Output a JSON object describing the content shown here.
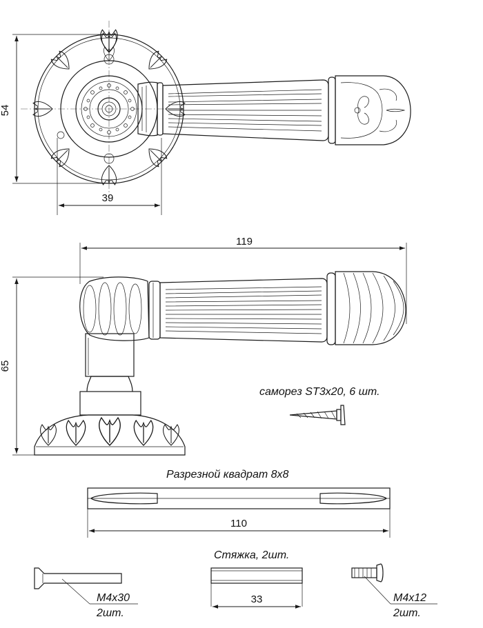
{
  "dimensions": {
    "rosette_height": "54",
    "rosette_width": "39",
    "handle_length": "119",
    "handle_height": "65",
    "spindle_length": "110",
    "tie_length": "33"
  },
  "labels": {
    "screw": "саморез ST3x20, 6 шт.",
    "spindle": "Разрезной квадрат 8x8",
    "tie": "Стяжка, 2шт.",
    "bolt_long_size": "M4x30",
    "bolt_long_qty": "2шт.",
    "bolt_short_size": "M4x12",
    "bolt_short_qty": "2шт."
  }
}
